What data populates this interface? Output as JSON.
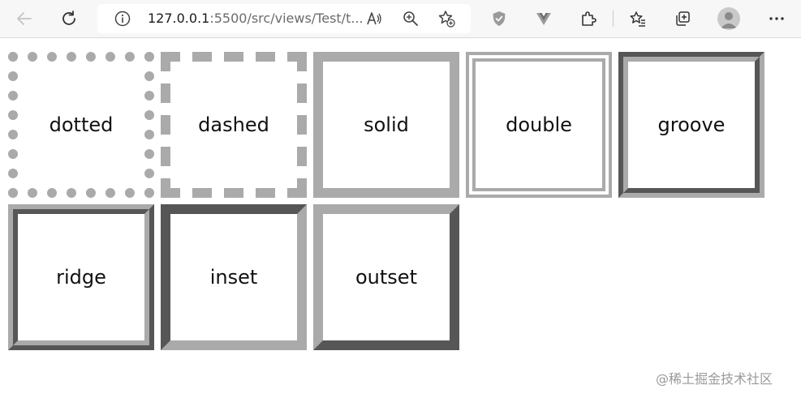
{
  "browser": {
    "address_host": "127.0.0.1",
    "address_path": ":5500/src/views/Test/t...",
    "icons": {
      "back": "back-arrow-icon",
      "refresh": "refresh-icon",
      "info": "info-icon",
      "read_aloud": "read-aloud-icon",
      "zoom": "zoom-icon",
      "add_favorite": "add-favorite-icon",
      "shield_extension": "shield-extension-icon",
      "vue_extension": "vue-devtools-icon",
      "extensions": "extensions-puzzle-icon",
      "favorites": "favorites-icon",
      "collections": "collections-icon",
      "profile": "profile-avatar-icon",
      "menu": "more-menu-icon"
    }
  },
  "boxes": [
    {
      "label": "dotted"
    },
    {
      "label": "dashed"
    },
    {
      "label": "solid"
    },
    {
      "label": "double"
    },
    {
      "label": "groove"
    },
    {
      "label": "ridge"
    },
    {
      "label": "inset"
    },
    {
      "label": "outset"
    }
  ],
  "colors": {
    "border": "#aaaaaa",
    "toolbar": "#f7f7f7",
    "text": "#111111"
  },
  "watermark": "@稀土掘金技术社区"
}
